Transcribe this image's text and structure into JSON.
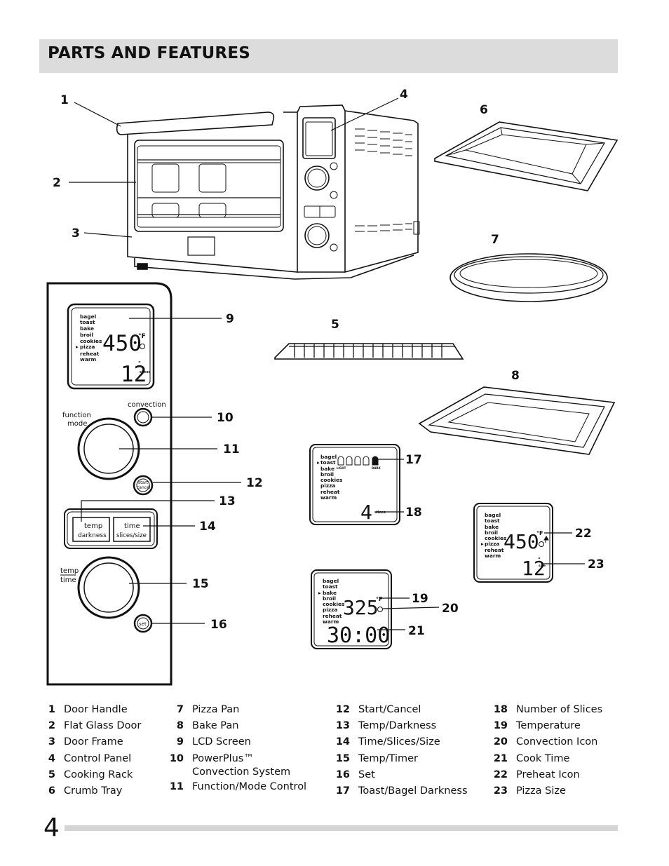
{
  "header": {
    "title": "PARTS AND FEATURES"
  },
  "page_number": "4",
  "callouts": {
    "c1": "1",
    "c2": "2",
    "c3": "3",
    "c4": "4",
    "c5": "5",
    "c6": "6",
    "c7": "7",
    "c8": "8",
    "c9": "9",
    "c10": "10",
    "c11": "11",
    "c12": "12",
    "c13": "13",
    "c14": "14",
    "c15": "15",
    "c16": "16",
    "c17": "17",
    "c18": "18",
    "c19": "19",
    "c20": "20",
    "c21": "21",
    "c22": "22",
    "c23": "23"
  },
  "control_panel": {
    "lcd_menu": [
      "bagel",
      "toast",
      "bake",
      "broil",
      "cookies",
      "pizza",
      "reheat",
      "warm"
    ],
    "temp_readout": "450",
    "temp_unit": "°F",
    "size_readout": "12",
    "size_unit_mark": "\"",
    "slices_label": "slices",
    "convection_label": "convection",
    "function_label_1": "function",
    "function_label_2": "mode",
    "start_label_1": "start",
    "start_label_2": "cancel",
    "temp_btn_1": "temp",
    "temp_btn_2": "darkness",
    "time_btn_1": "time",
    "time_btn_2": "slices/size",
    "dial_label_1": "temp",
    "dial_label_2": "time",
    "set_label": "set"
  },
  "display_toast": {
    "menu": [
      "bagel",
      "toast",
      "bake",
      "broil",
      "cookies",
      "pizza",
      "reheat",
      "warm"
    ],
    "light_label": "LIGHT",
    "dark_label": "DARK",
    "slices_readout": "4",
    "slices_label": "slices"
  },
  "display_bake": {
    "menu": [
      "bagel",
      "toast",
      "bake",
      "broil",
      "cookies",
      "pizza",
      "reheat",
      "warm"
    ],
    "temp_readout": "325",
    "temp_unit": "°F",
    "time_readout": "30:00"
  },
  "display_pizza": {
    "menu": [
      "bagel",
      "toast",
      "bake",
      "broil",
      "cookies",
      "pizza",
      "reheat",
      "warm"
    ],
    "temp_readout": "450",
    "temp_unit": "°F",
    "size_readout": "12",
    "size_unit_mark": "\"",
    "size_label": "size"
  },
  "legend": {
    "col1": [
      {
        "n": "1",
        "t": "Door Handle"
      },
      {
        "n": "2",
        "t": "Flat Glass Door"
      },
      {
        "n": "3",
        "t": "Door Frame"
      },
      {
        "n": "4",
        "t": "Control Panel"
      },
      {
        "n": "5",
        "t": "Cooking Rack"
      },
      {
        "n": "6",
        "t": "Crumb Tray"
      }
    ],
    "col2": [
      {
        "n": "7",
        "t": "Pizza Pan"
      },
      {
        "n": "8",
        "t": "Bake Pan"
      },
      {
        "n": "9",
        "t": "LCD Screen"
      },
      {
        "n": "10",
        "t": "PowerPlus™"
      },
      {
        "n": "",
        "t": "Convection System"
      },
      {
        "n": "11",
        "t": "Function/Mode Control"
      }
    ],
    "col3": [
      {
        "n": "12",
        "t": "Start/Cancel"
      },
      {
        "n": "13",
        "t": "Temp/Darkness"
      },
      {
        "n": "14",
        "t": "Time/Slices/Size"
      },
      {
        "n": "15",
        "t": "Temp/Timer"
      },
      {
        "n": "16",
        "t": "Set"
      },
      {
        "n": "17",
        "t": "Toast/Bagel Darkness"
      }
    ],
    "col4": [
      {
        "n": "18",
        "t": "Number of Slices"
      },
      {
        "n": "19",
        "t": "Temperature"
      },
      {
        "n": "20",
        "t": "Convection Icon"
      },
      {
        "n": "21",
        "t": "Cook Time"
      },
      {
        "n": "22",
        "t": "Preheat Icon"
      },
      {
        "n": "23",
        "t": "Pizza Size"
      }
    ]
  }
}
